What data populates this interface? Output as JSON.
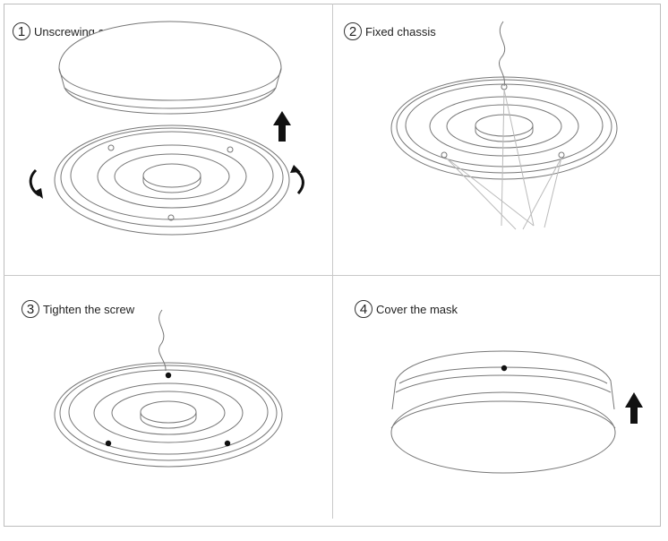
{
  "steps": [
    {
      "number": "1",
      "label": "Unscrewing a mask"
    },
    {
      "number": "2",
      "label": "Fixed chassis"
    },
    {
      "number": "3",
      "label": "Tighten the screw"
    },
    {
      "number": "4",
      "label": "Cover the mask"
    }
  ],
  "colors": {
    "line": "#777777",
    "light": "#bbbbbb",
    "arrow": "#111111",
    "border": "#bdbdbd"
  }
}
